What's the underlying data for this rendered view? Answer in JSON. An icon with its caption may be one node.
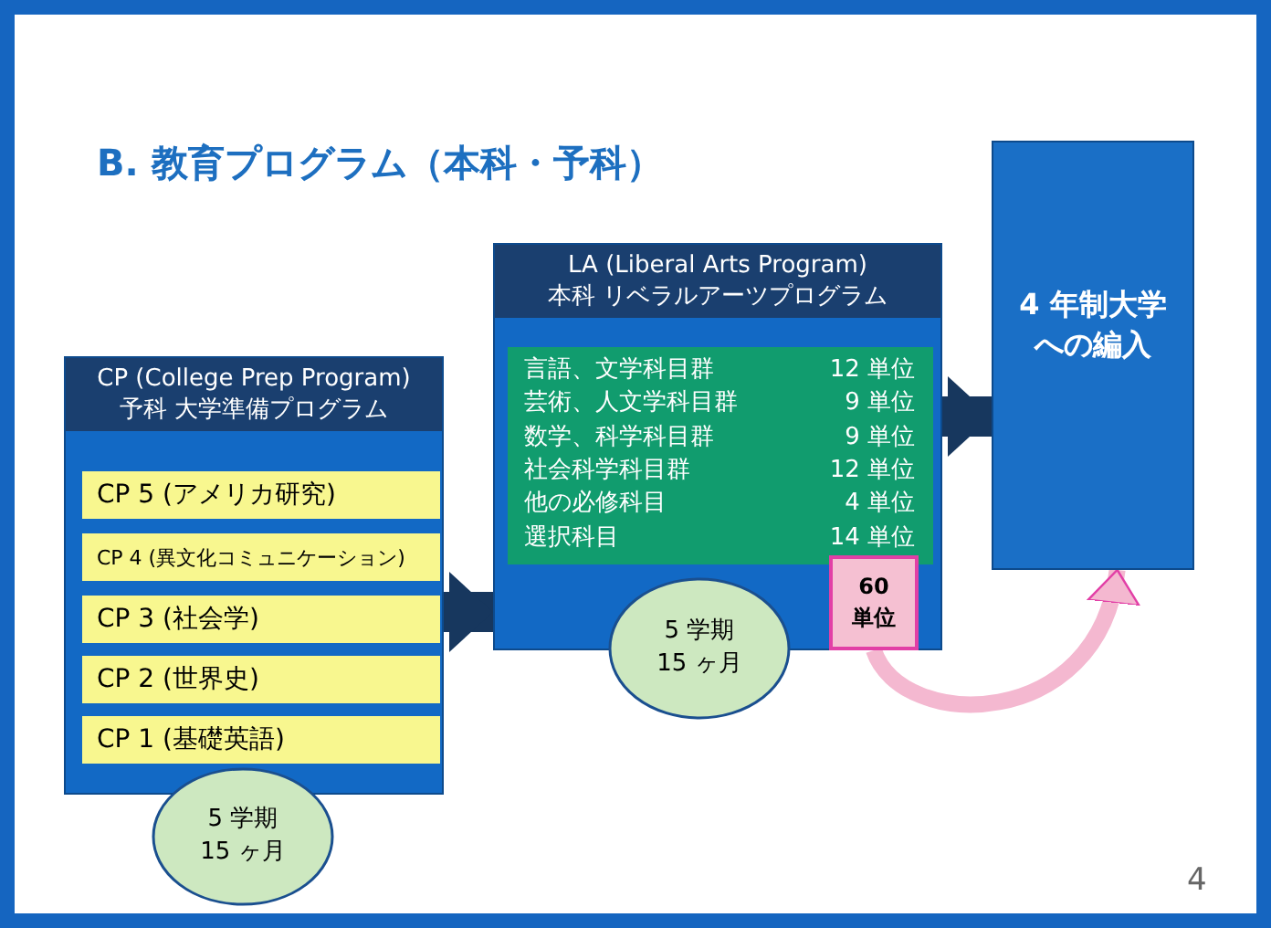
{
  "diagram": {
    "title": "B. 教育プログラム（本科・予科）",
    "nodes": [
      {
        "text": [
          "CP (College Prep Program)",
          "予科 大学準備プログラム"
        ]
      },
      {
        "text": [
          "CP 5 (アメリカ研究)"
        ],
        "in": 0
      },
      {
        "text": [
          "CP 4 (異文化コミュニケーション)"
        ],
        "in": 0
      },
      {
        "text": [
          "CP 3 (社会学)"
        ],
        "in": 0
      },
      {
        "text": [
          "CP 2 (世界史)"
        ],
        "in": 0
      },
      {
        "text": [
          "CP 1 (基礎英語)"
        ],
        "in": 0
      },
      {
        "text": [
          "5 学期 15 ヶ月"
        ]
      },
      {
        "text": [
          "LA (Liberal Arts Program)",
          "本科 リベラルアーツプログラム"
        ]
      },
      {
        "text": [
          "言語、文学科目群",
          "12 単位",
          "芸術、人文学科目群",
          "9 単位",
          "数学、科学科目群",
          "9 単位",
          "社会科学科目群",
          "12 単位",
          "他の必修科目",
          "4 単位",
          "選択科目",
          "14 単位"
        ],
        "in": 7
      },
      {
        "text": [
          "5 学期 15 ヶ月"
        ]
      },
      {
        "text": [
          "60 単位"
        ],
        "in": 7
      },
      {
        "text": [
          "4 年制大学への編入"
        ]
      }
    ],
    "edges": [
      {
        "from": 0,
        "to": 7,
        "arrow": "to"
      },
      {
        "from": 7,
        "to": 11,
        "arrow": "to"
      },
      {
        "from": 10,
        "to": 11,
        "arrow": "to",
        "color": "#f4b8d0"
      }
    ],
    "labels": [
      "4"
    ]
  }
}
